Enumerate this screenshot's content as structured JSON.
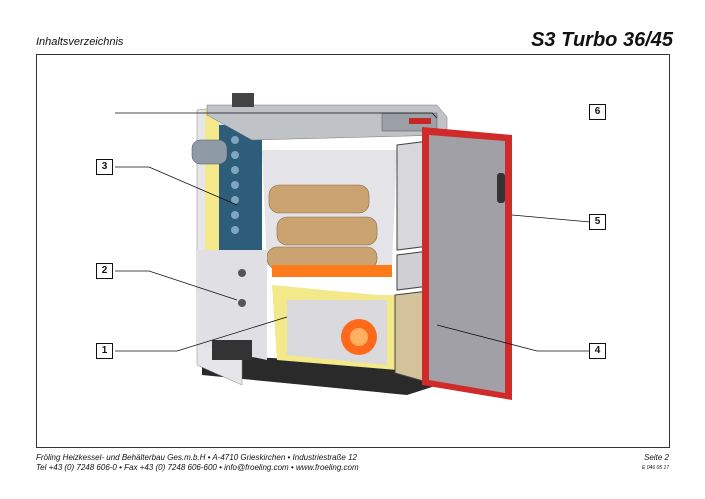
{
  "header": {
    "section": "Inhaltsverzeichnis",
    "title": "S3 Turbo 36/45"
  },
  "callouts": [
    "1",
    "2",
    "3",
    "4",
    "5",
    "6"
  ],
  "footer": {
    "company_line": "Fröling Heizkessel- und Behälterbau Ges.m.b.H  •  A-4710 Grieskirchen  •  Industriestraße 12",
    "contact_line": "Tel +43 (0) 7248 606-0  •  Fax +43 (0) 7248 606-600  •  info@froeling.com  •  www.froeling.com",
    "page": "Seite 2",
    "doc_code": "E 046 05 17"
  },
  "colors": {
    "door_red": "#d12a2a",
    "insulation_yellow": "#f3e88a",
    "water_jacket": "#2e5d7a",
    "fire": "#ff7a1a"
  }
}
